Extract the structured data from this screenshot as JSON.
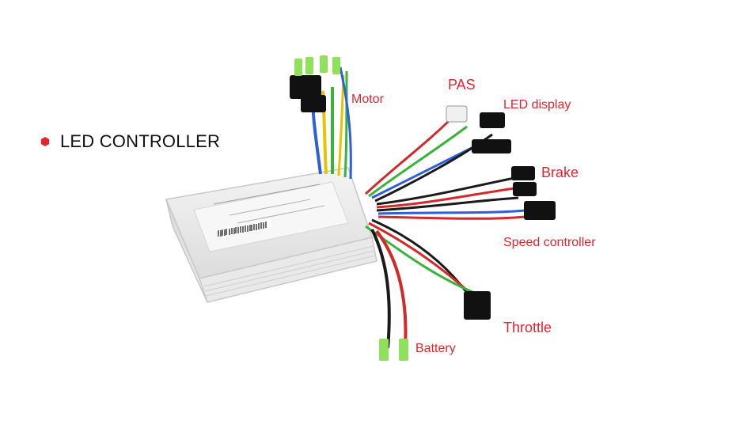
{
  "header": {
    "title": "LED CONTROLLER"
  },
  "callouts": {
    "motor": "Motor",
    "pas": "PAS",
    "led_display": "LED display",
    "brake": "Brake",
    "speed_controller": "Speed controller",
    "throttle": "Throttle",
    "battery": "Battery"
  },
  "colors": {
    "label_red": "#e0262f",
    "bullet_red": "#e0262f",
    "housing": "#e6e6e6",
    "wire_green": "#3bb33b",
    "wire_yellow": "#e6c400",
    "wire_blue": "#2f5fd8",
    "wire_red": "#d22a2a",
    "wire_black": "#1a1a1a",
    "connector_black": "#111111",
    "terminal_green": "#8fe05a"
  },
  "icons": {
    "bullet": "hexagon-bullet-icon"
  }
}
